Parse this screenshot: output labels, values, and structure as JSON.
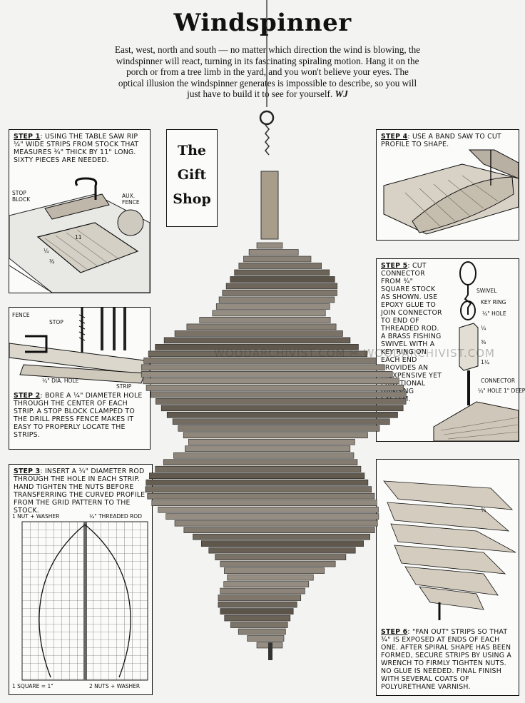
{
  "page": {
    "title": "Windspinner",
    "intro": "East, west, north and south — no matter which direction the wind is blowing, the windspinner will react, turning in its fascinating spiraling motion. Hang it on the porch or from a tree limb in the yard, and you won't believe your eyes. The optical illusion the windspinner generates is impossible to describe, so you will just have to build it to see for yourself.",
    "signature": "WJ",
    "badge": [
      "The",
      "Gift",
      "Shop"
    ],
    "watermark": "WOODARCHIVIST.COM",
    "watermark2": "WOODARCHIVIST.COM"
  },
  "steps": {
    "s1": {
      "head": "Step 1",
      "text": ": Using the table saw rip ¼\" wide strips from stock that measures ¾\" thick by 11\" long. Sixty pieces are needed.",
      "labels": {
        "stop_block": "Stop Block",
        "aux_fence": "Aux. Fence",
        "dim_11": "11",
        "dim_34": "¾",
        "dim_14": "¼"
      }
    },
    "s2": {
      "head": "Step 2",
      "text": ": Bore a ¼\" diameter hole through the center of each strip. A stop block clamped to the drill press fence makes it easy to properly locate the strips.",
      "labels": {
        "fence": "Fence",
        "stop": "Stop",
        "hole": "¼\" Dia. Hole",
        "strip": "Strip"
      }
    },
    "s3": {
      "head": "Step 3",
      "text": ": Insert a ¼\" diameter rod through the hole in each strip. Hand tighten the nuts before transferring the curved profile from the grid pattern to the stock.",
      "labels": {
        "nut_top": "1 Nut + Washer",
        "rod": "¼\" Threaded Rod",
        "square": "1 Square = 1\"",
        "nut_bottom": "2 Nuts + Washer"
      }
    },
    "s4": {
      "head": "Step 4",
      "text": ": Use a band saw to cut profile to shape."
    },
    "s5": {
      "head": "Step 5",
      "text": ": Cut connector from ¾\" square stock as shown. Use epoxy glue to join connector to end of threaded rod. A brass fishing swivel with a key ring on each end provides an inexpensive yet functional hanging system.",
      "labels": {
        "swivel": "Swivel",
        "key_ring": "Key Ring",
        "hole": "¼\" Hole",
        "connector": "Connector",
        "deep": "¼\" Hole 1\" Deep",
        "d1": "¼",
        "d2": "⅜",
        "d3": "1¼"
      }
    },
    "s6": {
      "head": "Step 6",
      "text": ": \"Fan out\" strips so that ¾\" is exposed at ends of each one. After spiral shape has been formed, secure strips by using a wrench to firmly tighten nuts. No glue is needed. Final finish with several coats of polyurethane varnish.",
      "labels": {
        "dim": "¾"
      }
    }
  }
}
